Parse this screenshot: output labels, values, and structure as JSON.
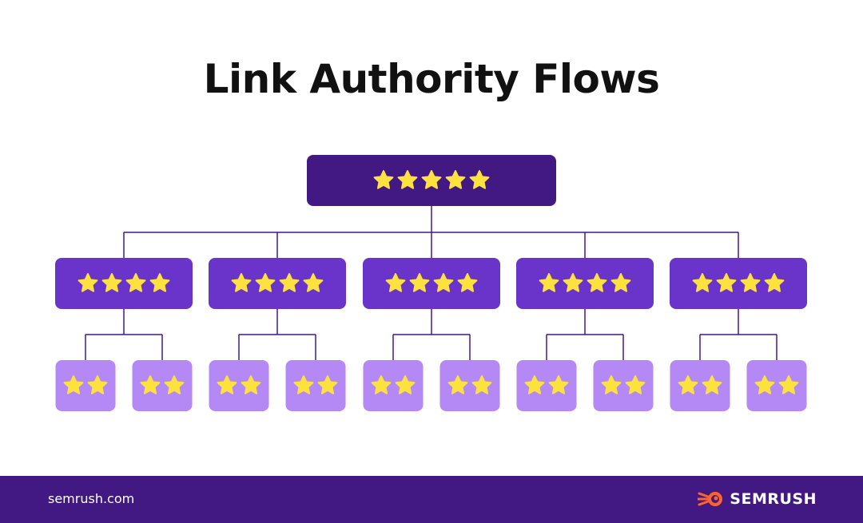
{
  "title": "Link Authority Flows",
  "colors": {
    "root": "#421983",
    "level1": "#6a33c9",
    "level2": "#b489f5",
    "line": "#421983",
    "star": "#fde23f",
    "footer": "#421983",
    "brand_accent": "#ff642d"
  },
  "tree": {
    "stars": 5,
    "children": [
      {
        "stars": 4,
        "children": [
          {
            "stars": 2
          },
          {
            "stars": 2
          }
        ]
      },
      {
        "stars": 4,
        "children": [
          {
            "stars": 2
          },
          {
            "stars": 2
          }
        ]
      },
      {
        "stars": 4,
        "children": [
          {
            "stars": 2
          },
          {
            "stars": 2
          }
        ]
      },
      {
        "stars": 4,
        "children": [
          {
            "stars": 2
          },
          {
            "stars": 2
          }
        ]
      },
      {
        "stars": 4,
        "children": [
          {
            "stars": 2
          },
          {
            "stars": 2
          }
        ]
      }
    ]
  },
  "footer": {
    "site": "semrush.com",
    "brand": "SEMRUSH"
  }
}
